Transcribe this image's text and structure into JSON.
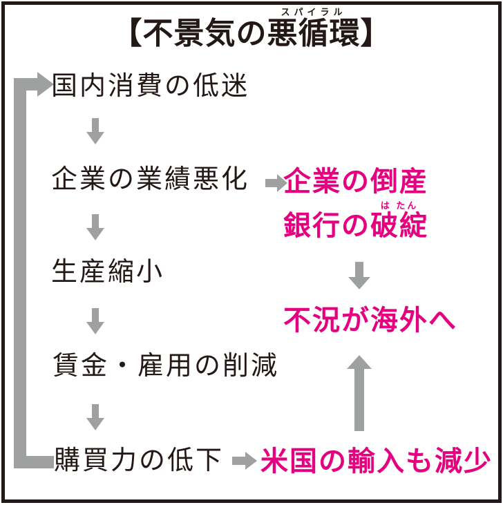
{
  "title": {
    "prefix": "【不景気の",
    "ruby_base": "悪循環",
    "ruby_text": "スパイラル",
    "suffix": "】"
  },
  "cycle": {
    "items": [
      {
        "label": "国内消費の低迷"
      },
      {
        "label": "企業の業績悪化"
      },
      {
        "label": "生産縮小"
      },
      {
        "label": "賃金・雇用の削減"
      },
      {
        "label": "購買力の低下"
      }
    ]
  },
  "consequences": {
    "corporate_bankruptcy": "企業の倒産",
    "bank_failure_prefix": "銀行の",
    "bank_failure_ruby_base": "破綻",
    "bank_failure_ruby_text": "は たん",
    "recession_overseas": "不況が海外へ",
    "us_imports_decline": "米国の輸入も減少"
  },
  "colors": {
    "ink": "#231815",
    "accent_pink": "#e4007f",
    "arrow_gray": "#9fa0a0"
  }
}
